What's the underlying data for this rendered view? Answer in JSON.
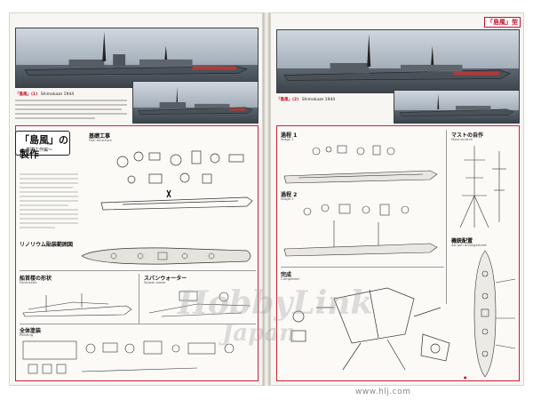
{
  "header": {
    "right_page_label": "「島風」型"
  },
  "photos": {
    "left_caption_label": "「島風」(1)",
    "left_caption_text": "Shimakaze 1944",
    "right_caption_label": "「島風」(2)",
    "right_caption_text": "Shimakaze 1944"
  },
  "left_page": {
    "title_main": "「島風」の製作",
    "title_sub": "〜基礎工作編〜",
    "sections": [
      {
        "title": "基礎工事",
        "sub": "Hull structure"
      },
      {
        "title": "リノリウム貼装範囲図",
        "sub": ""
      },
      {
        "title": "船首楼の形状",
        "sub": "Forecastle"
      },
      {
        "title": "スパンウォーター",
        "sub": "Splash water"
      },
      {
        "title": "全体塗装",
        "sub": "Painting"
      }
    ]
  },
  "right_page": {
    "sections": [
      {
        "title": "過程 1",
        "sub": "Stage 1"
      },
      {
        "title": "過程 2",
        "sub": "Stage 2"
      },
      {
        "title": "マストの自作",
        "sub": "Mast scratch"
      },
      {
        "title": "完成",
        "sub": "Completed"
      },
      {
        "title": "機銃配置",
        "sub": "AA gun arrangement"
      }
    ]
  },
  "watermark": {
    "text": "HobbyLink",
    "text2": "Japan"
  },
  "footer": {
    "url": "www.hlj.com"
  },
  "colors": {
    "accent_red": "#d11f2f",
    "sea_dark": "#3b4249"
  }
}
